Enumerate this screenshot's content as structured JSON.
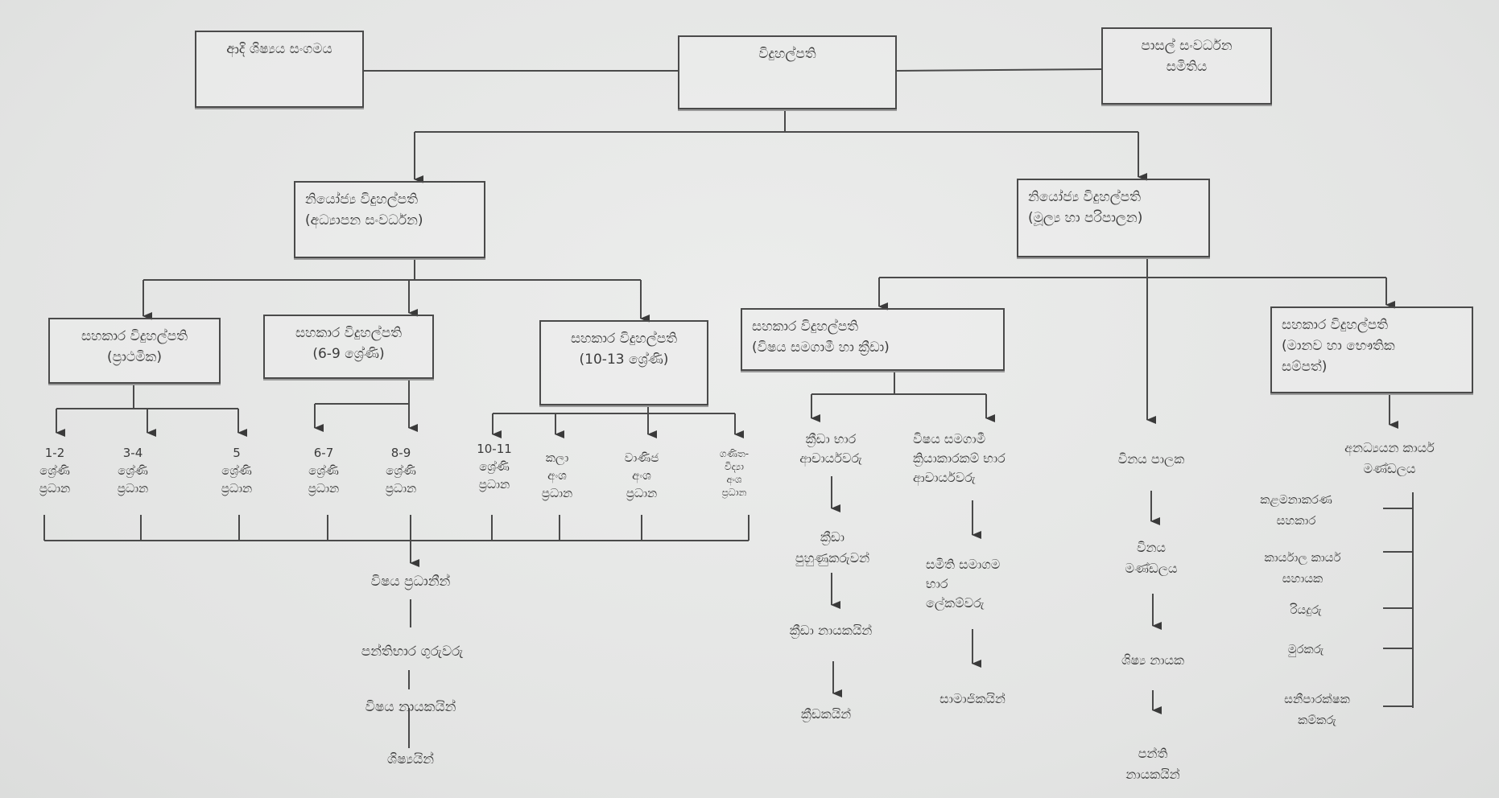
{
  "diagram": {
    "type": "org-chart",
    "language": "Sinhala",
    "top": {
      "past_pupils": [
        "ආදි ශිෂ්‍යය සංගමය"
      ],
      "principal": [
        "විදුහල්පති"
      ],
      "sdc": [
        "පාසල් සංවර්ධන",
        "සමිතිය"
      ]
    },
    "deputies": {
      "academic": [
        "නියෝජ්‍ය විදුහල්පති",
        "(අධ්‍යාපන සංවර්ධන)"
      ],
      "admin": [
        "නියෝජ්‍ය විදුහල්පති",
        "(මූල්‍ය හා පරිපාලන)"
      ]
    },
    "assistants": {
      "primary": [
        "සහකාර විදුහල්පති",
        "(ප්‍රාථමික)"
      ],
      "g6_9": [
        "සහකාර විදුහල්පති",
        "(6-9 ශ්‍රේණි)"
      ],
      "g10_13": [
        "සහකාර විදුහල්පති",
        "(10-13 ශ්‍රේණි)"
      ],
      "cocurricular": [
        "සහකාර විදුහල්පති",
        "(විෂය සමගාමී හා ක්‍රීඩා)"
      ],
      "resources": [
        "සහකාර විදුහල්පති",
        "(මානව හා භෞතික",
        "සම්පත්)"
      ]
    },
    "grade_heads": [
      [
        "1-2",
        "ශ්‍රේණි",
        "ප්‍රධාන"
      ],
      [
        "3-4",
        "ශ්‍රේණි",
        "ප්‍රධාන"
      ],
      [
        "5",
        "ශ්‍රේණි",
        "ප්‍රධාන"
      ],
      [
        "6-7",
        "ශ්‍රේණි",
        "ප්‍රධාන"
      ],
      [
        "8-9",
        "ශ්‍රේණි",
        "ප්‍රධාන"
      ],
      [
        "10-11",
        "ශ්‍රේණි",
        "ප්‍රධාන"
      ],
      [
        "කලා",
        "අංශ",
        "ප්‍රධාන"
      ],
      [
        "වාණිජ",
        "අංශ",
        "ප්‍රධාන"
      ],
      [
        "ගණිත-",
        "විද්‍යා",
        "අංශ",
        "ප්‍රධාන"
      ]
    ],
    "academic_chain": [
      [
        "විෂය ප්‍රධානීන්"
      ],
      [
        "පන්තිභාර ගුරුවරු"
      ],
      [
        "විෂය නායකයින්"
      ],
      [
        "ශිෂ්‍යයින්"
      ]
    ],
    "sports_chain": [
      [
        "ක්‍රීඩා භාර",
        "ආචාර්යවරු"
      ],
      [
        "ක්‍රීඩා",
        "පුහුණුකරුවන්"
      ],
      [
        "ක්‍රීඩා නායකයින්"
      ],
      [
        "ක්‍රීඩකයින්"
      ]
    ],
    "societies_chain": [
      [
        "විෂය සමගාමී",
        "ක්‍රියාකාරකම් භාර",
        "ආචාර්යවරු"
      ],
      [
        "සමිති සමාගම",
        "භාර",
        "ලේකම්වරු"
      ],
      [
        "සාමාජිකයින්"
      ]
    ],
    "discipline_chain": [
      [
        "විනය පාලක"
      ],
      [
        "විනය",
        "මණ්ඩලය"
      ],
      [
        "ශිෂ්‍ය නායක"
      ],
      [
        "පන්ති",
        "නායකයින්"
      ]
    ],
    "non_academic": {
      "head": [
        "අනධ්‍යයන කාර්ය",
        "මණ්ඩලය"
      ],
      "members": [
        [
          "කළමනාකරණ",
          "සහකාර"
        ],
        [
          "කාර්යාල කාර්ය",
          "සහායක"
        ],
        [
          "රියදුරු"
        ],
        [
          "මුරකරු"
        ],
        [
          "සනීපාරක්ෂක",
          "කම්කරු"
        ]
      ]
    }
  }
}
